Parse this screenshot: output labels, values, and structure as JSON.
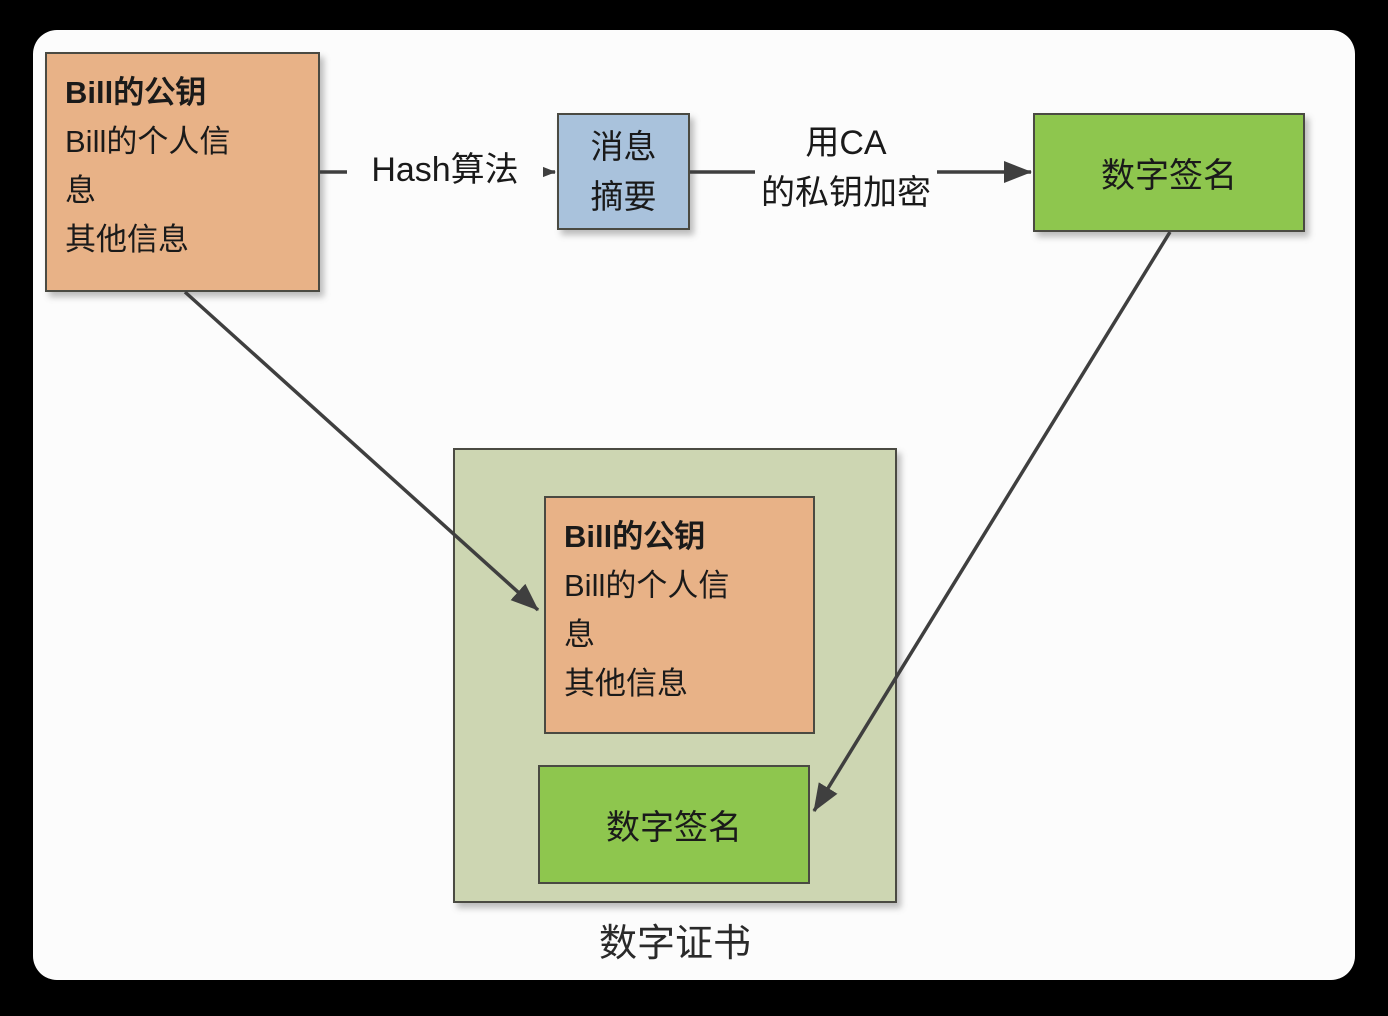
{
  "diagram": {
    "title_caption": "数字证书",
    "colors": {
      "frame": "#000000",
      "panel": "#fcfcfc",
      "orange_box": "#e8b287",
      "blue_box": "#a9c2dc",
      "green_box": "#8ec64e",
      "container_box": "#cdd6b2",
      "border": "#4a4a42",
      "arrow": "#3f3f3f",
      "text": "#1a1a1a"
    },
    "nodes": {
      "bill_info_top": {
        "lines": [
          {
            "text": "Bill的公钥",
            "bold": true
          },
          {
            "text": "Bill的个人信",
            "bold": false
          },
          {
            "text": "息",
            "bold": false
          },
          {
            "text": "其他信息",
            "bold": false
          }
        ]
      },
      "message_digest": {
        "lines": [
          {
            "text": "消息"
          },
          {
            "text": "摘要"
          }
        ]
      },
      "digital_signature_top": {
        "label": "数字签名"
      },
      "certificate_container": {
        "caption": "数字证书"
      },
      "bill_info_inner": {
        "lines": [
          {
            "text": "Bill的公钥",
            "bold": true
          },
          {
            "text": "Bill的个人信",
            "bold": false
          },
          {
            "text": "息",
            "bold": false
          },
          {
            "text": "其他信息",
            "bold": false
          }
        ]
      },
      "digital_signature_inner": {
        "label": "数字签名"
      }
    },
    "edges": {
      "hash_label": "Hash算法",
      "ca_label_line1": "用CA",
      "ca_label_line2": "的私钥加密"
    }
  }
}
